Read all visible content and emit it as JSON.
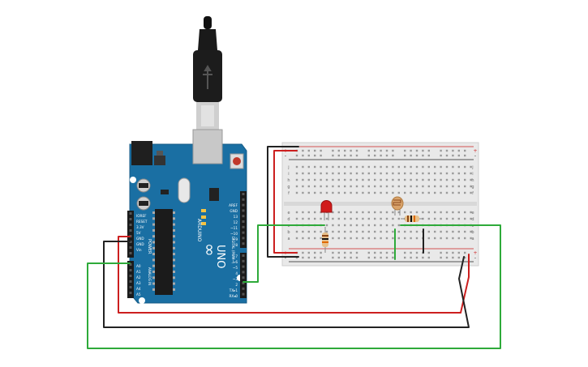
{
  "arduino": {
    "board_name": "UNO",
    "brand": "ARDUINO",
    "power_header_title": "POWER",
    "digital_header_title": "DIGITAL (PWM~)",
    "analog_header_title": "ANALOG IN",
    "power_pins": [
      "IOREF",
      "RESET",
      "3.3V",
      "5V",
      "GND",
      "GND",
      "Vin"
    ],
    "analog_pins": [
      "A0",
      "A1",
      "A2",
      "A3",
      "A4",
      "A5"
    ],
    "digital_top_pins": [
      "AREF",
      "GND",
      "13",
      "12",
      "~11",
      "~10",
      "~9",
      "8"
    ],
    "digital_bottom_pins": [
      "7",
      "~6",
      "~5",
      "4",
      "~3",
      "2",
      "TX▸1",
      "RX◂0"
    ],
    "led_labels": [
      "L",
      "TX",
      "RX"
    ],
    "logo_text": "∞"
  },
  "breadboard": {
    "row_letters_top": [
      "j",
      "i",
      "h",
      "g",
      "f"
    ],
    "row_letters_bottom": [
      "e",
      "d",
      "c",
      "b",
      "a"
    ],
    "column_count": 30,
    "rail_signs": [
      "+",
      "-"
    ]
  },
  "components": [
    {
      "type": "led",
      "color": "#d11a1a"
    },
    {
      "type": "resistor",
      "bands": [
        "#8b4513",
        "#111111",
        "#e06a00"
      ]
    },
    {
      "type": "photoresistor"
    },
    {
      "type": "resistor",
      "bands": [
        "#8b4513",
        "#111111",
        "#e06a00"
      ]
    }
  ],
  "wires": [
    {
      "name": "5v-wire",
      "color": "#cc1f1f"
    },
    {
      "name": "gnd-wire",
      "color": "#222222"
    },
    {
      "name": "a0-wire",
      "color": "#2eaa3a"
    },
    {
      "name": "digital-wire",
      "color": "#2eaa3a"
    }
  ],
  "colors": {
    "board": "#1a6fa3",
    "breadboard": "#e9e9e9",
    "red_wire": "#cc1f1f",
    "black_wire": "#222222",
    "green_wire": "#2eaa3a"
  }
}
